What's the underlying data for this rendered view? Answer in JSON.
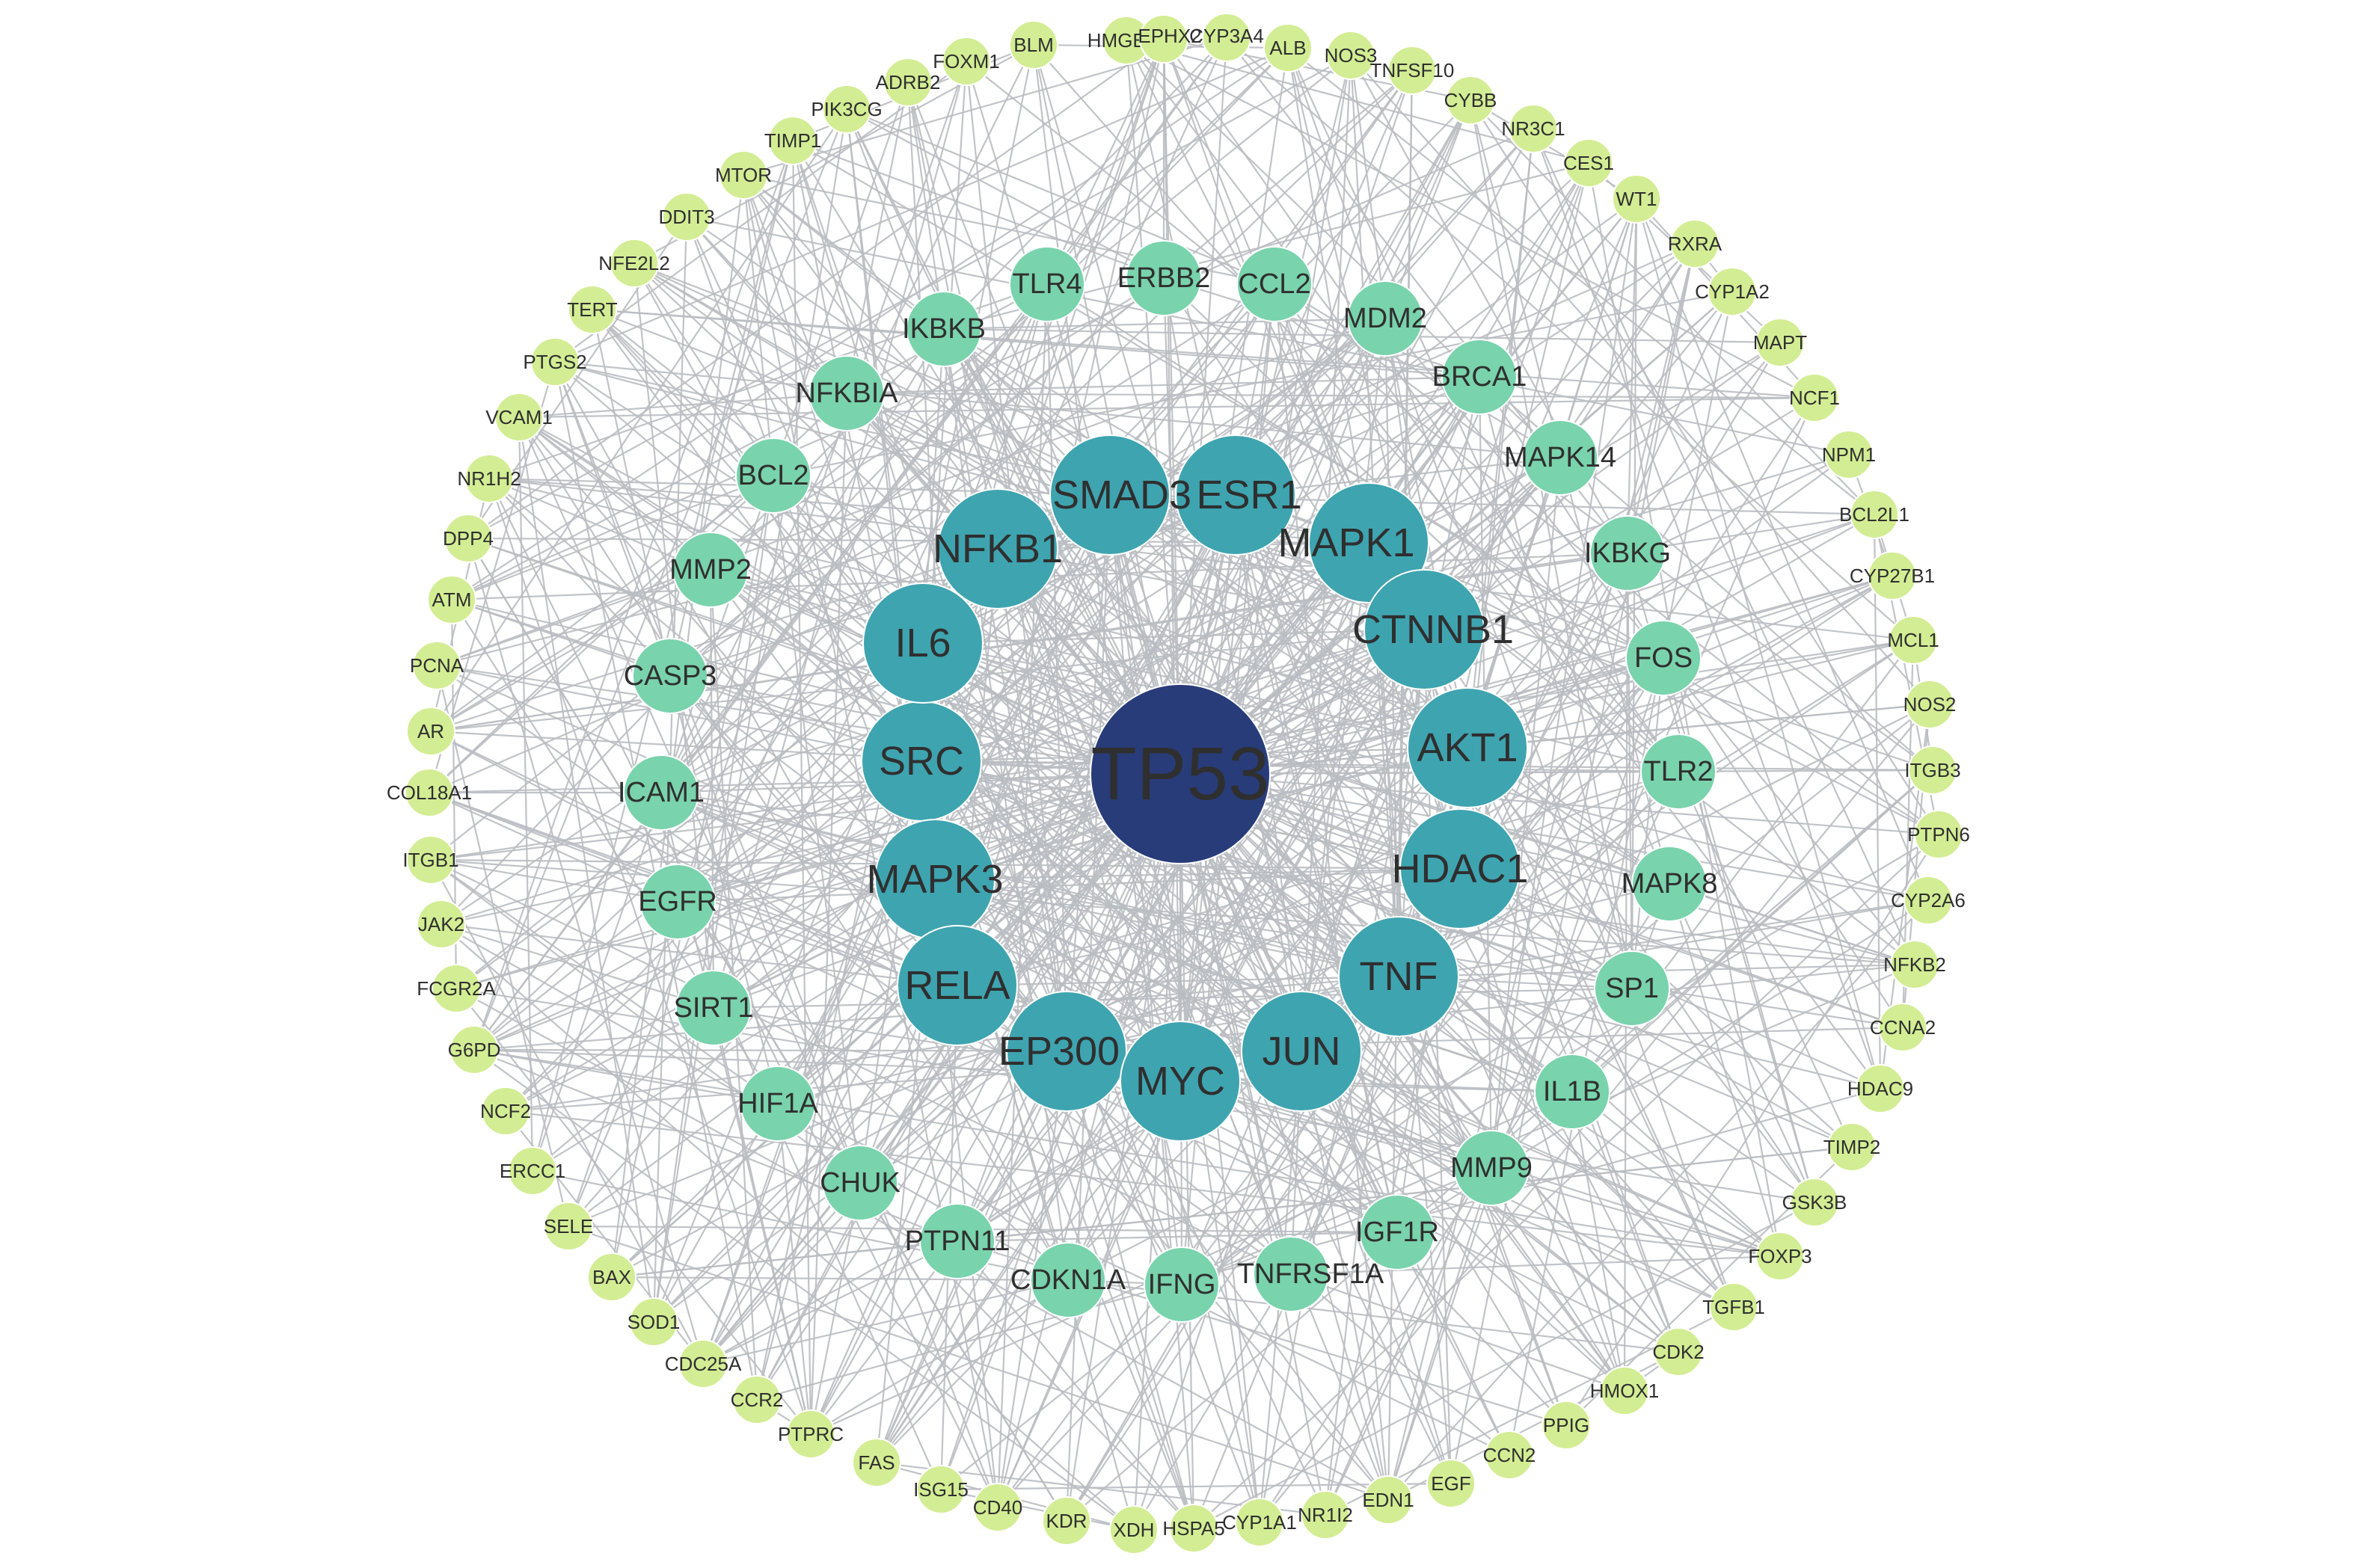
{
  "network": {
    "nodes": [
      {
        "label": "TP53",
        "tier": "hub"
      },
      {
        "label": "AKT1",
        "tier": "core"
      },
      {
        "label": "SRC",
        "tier": "core"
      },
      {
        "label": "ESR1",
        "tier": "core"
      },
      {
        "label": "SMAD3",
        "tier": "core"
      },
      {
        "label": "MAPK1",
        "tier": "core"
      },
      {
        "label": "NFKB1",
        "tier": "core"
      },
      {
        "label": "IL6",
        "tier": "core"
      },
      {
        "label": "CTNNB1",
        "tier": "core"
      },
      {
        "label": "HDAC1",
        "tier": "core"
      },
      {
        "label": "MAPK3",
        "tier": "core"
      },
      {
        "label": "TNF",
        "tier": "core"
      },
      {
        "label": "RELA",
        "tier": "core"
      },
      {
        "label": "JUN",
        "tier": "core"
      },
      {
        "label": "EP300",
        "tier": "core"
      },
      {
        "label": "MYC",
        "tier": "core"
      },
      {
        "label": "TLR4",
        "tier": "mid"
      },
      {
        "label": "ERBB2",
        "tier": "mid"
      },
      {
        "label": "CCL2",
        "tier": "mid"
      },
      {
        "label": "MDM2",
        "tier": "mid"
      },
      {
        "label": "IKBKB",
        "tier": "mid"
      },
      {
        "label": "BRCA1",
        "tier": "mid"
      },
      {
        "label": "NFKBIA",
        "tier": "mid"
      },
      {
        "label": "MAPK14",
        "tier": "mid"
      },
      {
        "label": "BCL2",
        "tier": "mid"
      },
      {
        "label": "IKBKG",
        "tier": "mid"
      },
      {
        "label": "MMP2",
        "tier": "mid"
      },
      {
        "label": "FOS",
        "tier": "mid"
      },
      {
        "label": "CASP3",
        "tier": "mid"
      },
      {
        "label": "TLR2",
        "tier": "mid"
      },
      {
        "label": "ICAM1",
        "tier": "mid"
      },
      {
        "label": "MAPK8",
        "tier": "mid"
      },
      {
        "label": "EGFR",
        "tier": "mid"
      },
      {
        "label": "SP1",
        "tier": "mid"
      },
      {
        "label": "SIRT1",
        "tier": "mid"
      },
      {
        "label": "IL1B",
        "tier": "mid"
      },
      {
        "label": "HIF1A",
        "tier": "mid"
      },
      {
        "label": "MMP9",
        "tier": "mid"
      },
      {
        "label": "CHUK",
        "tier": "mid"
      },
      {
        "label": "IGF1R",
        "tier": "mid"
      },
      {
        "label": "PTPN11",
        "tier": "mid"
      },
      {
        "label": "CDKN1A",
        "tier": "mid"
      },
      {
        "label": "IFNG",
        "tier": "mid"
      },
      {
        "label": "TNFRSF1A",
        "tier": "mid"
      },
      {
        "label": "HMGB1",
        "tier": "outer"
      },
      {
        "label": "EPHX2",
        "tier": "outer"
      },
      {
        "label": "CYP3A4",
        "tier": "outer"
      },
      {
        "label": "ALB",
        "tier": "outer"
      },
      {
        "label": "NOS3",
        "tier": "outer"
      },
      {
        "label": "TNFSF10",
        "tier": "outer"
      },
      {
        "label": "CYBB",
        "tier": "outer"
      },
      {
        "label": "NR3C1",
        "tier": "outer"
      },
      {
        "label": "CES1",
        "tier": "outer"
      },
      {
        "label": "WT1",
        "tier": "outer"
      },
      {
        "label": "RXRA",
        "tier": "outer"
      },
      {
        "label": "CYP1A2",
        "tier": "outer"
      },
      {
        "label": "MAPT",
        "tier": "outer"
      },
      {
        "label": "NCF1",
        "tier": "outer"
      },
      {
        "label": "NPM1",
        "tier": "outer"
      },
      {
        "label": "BCL2L1",
        "tier": "outer"
      },
      {
        "label": "CYP27B1",
        "tier": "outer"
      },
      {
        "label": "MCL1",
        "tier": "outer"
      },
      {
        "label": "NOS2",
        "tier": "outer"
      },
      {
        "label": "ITGB3",
        "tier": "outer"
      },
      {
        "label": "PTPN6",
        "tier": "outer"
      },
      {
        "label": "CYP2A6",
        "tier": "outer"
      },
      {
        "label": "NFKB2",
        "tier": "outer"
      },
      {
        "label": "CCNA2",
        "tier": "outer"
      },
      {
        "label": "HDAC9",
        "tier": "outer"
      },
      {
        "label": "TIMP2",
        "tier": "outer"
      },
      {
        "label": "GSK3B",
        "tier": "outer"
      },
      {
        "label": "FOXP3",
        "tier": "outer"
      },
      {
        "label": "TGFB1",
        "tier": "outer"
      },
      {
        "label": "CDK2",
        "tier": "outer"
      },
      {
        "label": "HMOX1",
        "tier": "outer"
      },
      {
        "label": "PPIG",
        "tier": "outer"
      },
      {
        "label": "CCN2",
        "tier": "outer"
      },
      {
        "label": "EGF",
        "tier": "outer"
      },
      {
        "label": "EDN1",
        "tier": "outer"
      },
      {
        "label": "NR1I2",
        "tier": "outer"
      },
      {
        "label": "CYP1A1",
        "tier": "outer"
      },
      {
        "label": "HSPA5",
        "tier": "outer"
      },
      {
        "label": "XDH",
        "tier": "outer"
      },
      {
        "label": "KDR",
        "tier": "outer"
      },
      {
        "label": "CD40",
        "tier": "outer"
      },
      {
        "label": "ISG15",
        "tier": "outer"
      },
      {
        "label": "FAS",
        "tier": "outer"
      },
      {
        "label": "PTPRC",
        "tier": "outer"
      },
      {
        "label": "CCR2",
        "tier": "outer"
      },
      {
        "label": "CDC25A",
        "tier": "outer"
      },
      {
        "label": "SOD1",
        "tier": "outer"
      },
      {
        "label": "BAX",
        "tier": "outer"
      },
      {
        "label": "SELE",
        "tier": "outer"
      },
      {
        "label": "ERCC1",
        "tier": "outer"
      },
      {
        "label": "NCF2",
        "tier": "outer"
      },
      {
        "label": "G6PD",
        "tier": "outer"
      },
      {
        "label": "FCGR2A",
        "tier": "outer"
      },
      {
        "label": "JAK2",
        "tier": "outer"
      },
      {
        "label": "ITGB1",
        "tier": "outer"
      },
      {
        "label": "COL18A1",
        "tier": "outer"
      },
      {
        "label": "AR",
        "tier": "outer"
      },
      {
        "label": "PCNA",
        "tier": "outer"
      },
      {
        "label": "ATM",
        "tier": "outer"
      },
      {
        "label": "DPP4",
        "tier": "outer"
      },
      {
        "label": "NR1H2",
        "tier": "outer"
      },
      {
        "label": "VCAM1",
        "tier": "outer"
      },
      {
        "label": "PTGS2",
        "tier": "outer"
      },
      {
        "label": "TERT",
        "tier": "outer"
      },
      {
        "label": "NFE2L2",
        "tier": "outer"
      },
      {
        "label": "DDIT3",
        "tier": "outer"
      },
      {
        "label": "MTOR",
        "tier": "outer"
      },
      {
        "label": "TIMP1",
        "tier": "outer"
      },
      {
        "label": "PIK3CG",
        "tier": "outer"
      },
      {
        "label": "ADRB2",
        "tier": "outer"
      },
      {
        "label": "FOXM1",
        "tier": "outer"
      },
      {
        "label": "BLM",
        "tier": "outer"
      }
    ],
    "tier_colors": {
      "hub": "#283c7a",
      "core": "#3ea4b0",
      "mid": "#79d3ac",
      "outer": "#d3ed94"
    }
  }
}
